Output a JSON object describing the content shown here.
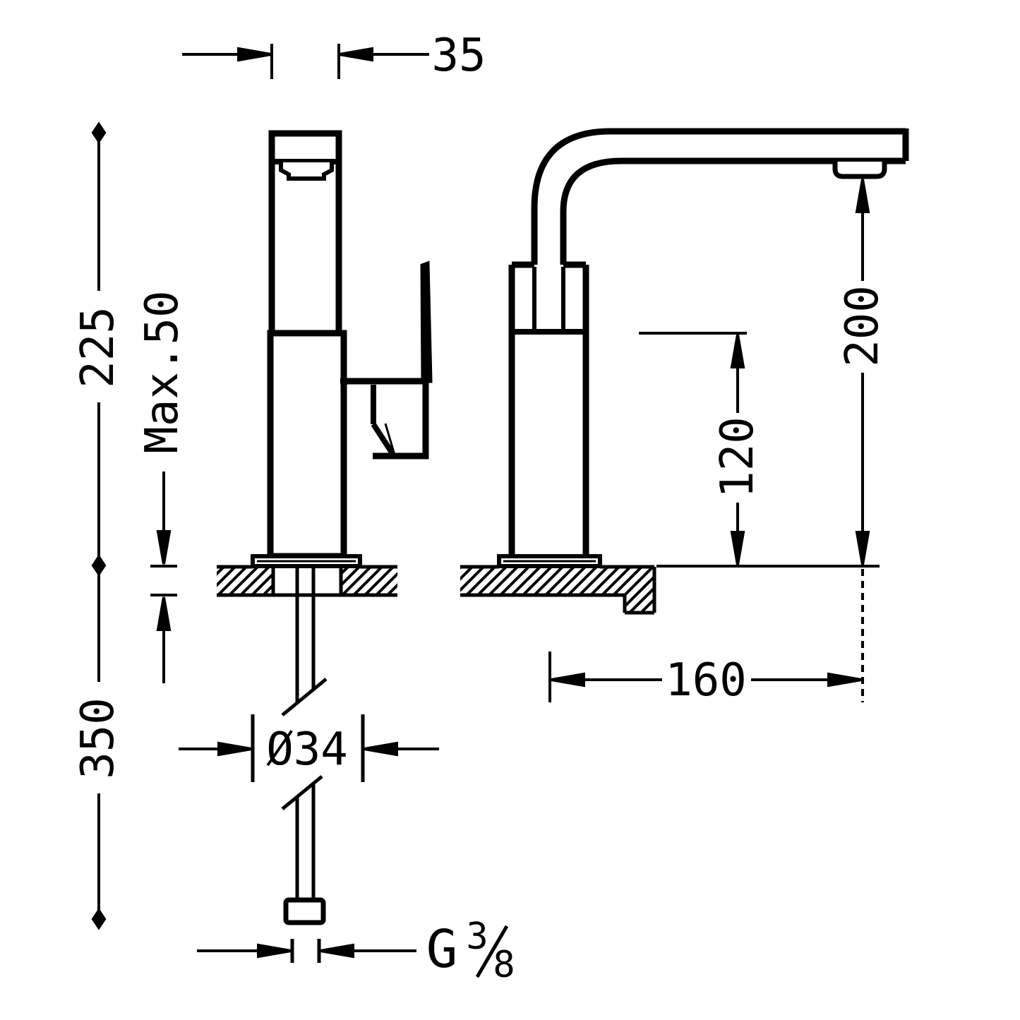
{
  "drawing": {
    "description": "Faucet technical installation drawing, front and side views",
    "colors": {
      "line": "#000000",
      "background": "#ffffff"
    },
    "dimensions": {
      "spout_width": "35",
      "body_height_above_deck": "225",
      "max_deck_thickness": "Max.50",
      "supply_hose_length": "350",
      "base_diameter": "Ø34",
      "thread_prefix": "G",
      "thread_numerator": "3",
      "thread_denominator": "8",
      "inlet_height": "120",
      "outlet_height": "200",
      "spout_reach": "160"
    }
  }
}
